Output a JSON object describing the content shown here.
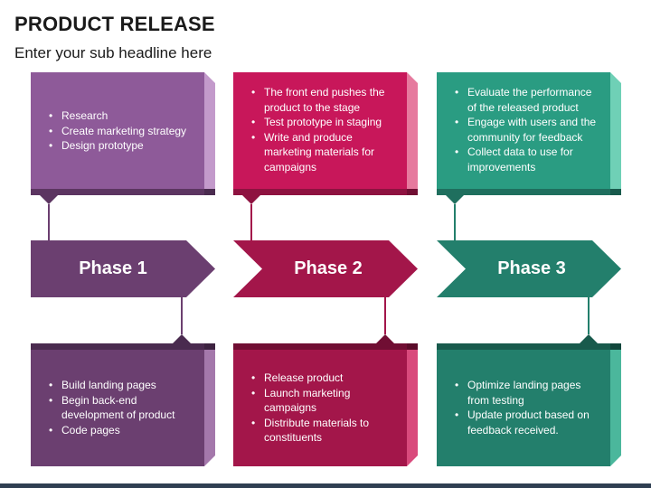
{
  "title": "PRODUCT RELEASE",
  "subtitle": "Enter your sub headline here",
  "colors": {
    "phase1": "#6b3f70",
    "phase1_light": "#8e5a99",
    "phase1_side": "#b48abc",
    "phase2": "#a3164a",
    "phase2_light": "#c8175a",
    "phase2_side": "#e16c93",
    "phase3": "#237f6c",
    "phase3_light": "#2a9c82",
    "phase3_side": "#63c8ad"
  },
  "phases": [
    {
      "label": "Phase 1",
      "top_items": [
        "Research",
        "Create marketing strategy",
        "Design prototype"
      ],
      "bottom_items": [
        "Build landing pages",
        "Begin back-end development of product",
        "Code pages"
      ]
    },
    {
      "label": "Phase 2",
      "top_items": [
        "The front end pushes the product to the stage",
        "Test prototype in staging",
        "Write and produce marketing materials for campaigns"
      ],
      "bottom_items": [
        "Release product",
        "Launch marketing campaigns",
        "Distribute materials to constituents"
      ]
    },
    {
      "label": "Phase 3",
      "top_items": [
        "Evaluate the performance of the released product",
        "Engage with users and the community for feedback",
        "Collect data to use for improvements"
      ],
      "bottom_items": [
        "Optimize landing pages from testing",
        "Update product based on feedback received."
      ]
    }
  ]
}
